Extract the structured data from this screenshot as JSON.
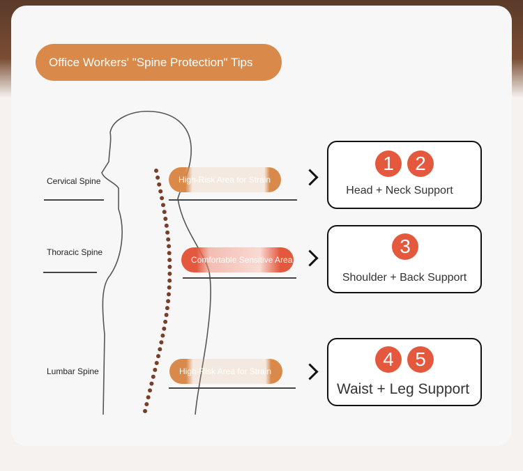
{
  "title": "Office Workers' \"Spine Protection\" Tips",
  "spine_labels": {
    "cervical": "Cervical Spine",
    "thoracic": "Thoracic Spine",
    "lumbar": "Lumbar Spine"
  },
  "zones": {
    "cervical": "High-Risk Area for Strain",
    "thoracic": "Comfortable Sensitive Area",
    "lumbar": "High-Risk Area for Strain"
  },
  "tips": [
    {
      "numbers": [
        "1",
        "2"
      ],
      "label": "Head + Neck Support"
    },
    {
      "numbers": [
        "3"
      ],
      "label": "Shoulder + Back Support"
    },
    {
      "numbers": [
        "4",
        "5"
      ],
      "label": "Waist + Leg Support"
    }
  ],
  "colors": {
    "accent_orange": "#d9894a",
    "accent_red": "#e4583e",
    "spine_dots": "#7a3e28"
  }
}
